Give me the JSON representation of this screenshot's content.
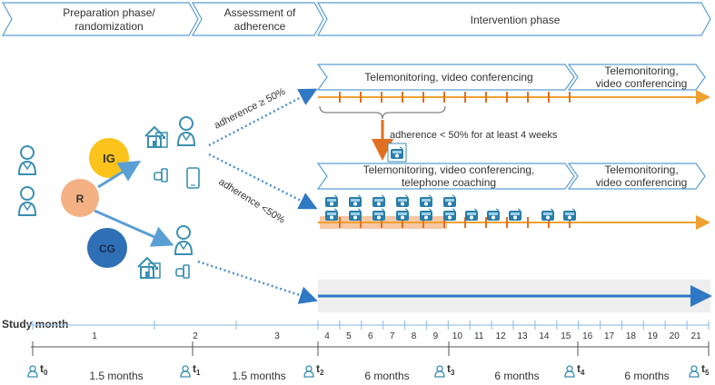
{
  "phases": {
    "prep_line1": "Preparation phase/",
    "prep_line2": "randomization",
    "assess_line1": "Assessment of",
    "assess_line2": "adherence",
    "intervention": "Intervention phase"
  },
  "groups": {
    "ig": "IG",
    "r": "R",
    "cg": "CG"
  },
  "adherence": {
    "high": "adherence ≥ 50%",
    "low": "adherence <50%",
    "switch": "adherence < 50% for at least 4 weeks"
  },
  "arms": {
    "top_a": "Telemonitoring, video conferencing",
    "top_b_line1": "Telemonitoring,",
    "top_b_line2": "video  conferencing",
    "mid_a_line1": "Telemonitoring, video conferencing,",
    "mid_a_line2": "telephone  coaching",
    "mid_b_line1": "Telemonitoring,",
    "mid_b_line2": "video conferencing"
  },
  "timeline": {
    "label": "Study month",
    "months": [
      "1",
      "2",
      "3",
      "4",
      "5",
      "6",
      "7",
      "8",
      "9",
      "10",
      "11",
      "12",
      "13",
      "14",
      "15",
      "16",
      "17",
      "18",
      "19",
      "20",
      "21"
    ],
    "durations": [
      "1.5 months",
      "1.5 months",
      "6 months",
      "6 months",
      "6 months"
    ],
    "tpoints": [
      "0",
      "1",
      "2",
      "3",
      "4",
      "5"
    ],
    "t_letter": "t"
  },
  "colors": {
    "blue": "#3b8fd0",
    "orange": "#f0a030",
    "dark_orange": "#e07020",
    "ig_yellow": "#fbc31b",
    "r_peach": "#f4b184",
    "cg_blue": "#2f6fb6",
    "icon_teal": "#3a8fb0"
  }
}
